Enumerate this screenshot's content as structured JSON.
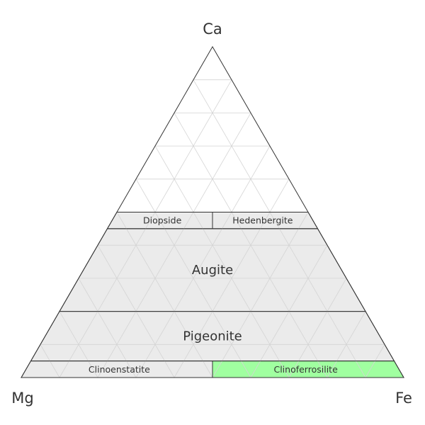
{
  "vertices": {
    "top": "Ca",
    "left": "Mg",
    "right": "Fe"
  },
  "grid_step": 0.1,
  "colors": {
    "fill": "#ebebeb",
    "highlight": "#a0ffa0",
    "grid": "#d4d4d4",
    "border": "#333333"
  },
  "regions": [
    {
      "name": "Diopside",
      "ca": [
        0.45,
        0.5
      ],
      "side": "mg",
      "size": "small"
    },
    {
      "name": "Hedenbergite",
      "ca": [
        0.45,
        0.5
      ],
      "side": "fe",
      "size": "small"
    },
    {
      "name": "Augite",
      "ca": [
        0.2,
        0.45
      ],
      "side": "all",
      "size": "large"
    },
    {
      "name": "Pigeonite",
      "ca": [
        0.05,
        0.2
      ],
      "side": "all",
      "size": "large"
    },
    {
      "name": "Clinoenstatite",
      "ca": [
        0,
        0.05
      ],
      "side": "mg",
      "size": "small"
    },
    {
      "name": "Clinoferrosilite",
      "ca": [
        0,
        0.05
      ],
      "side": "fe",
      "size": "small",
      "highlighted": true
    }
  ]
}
